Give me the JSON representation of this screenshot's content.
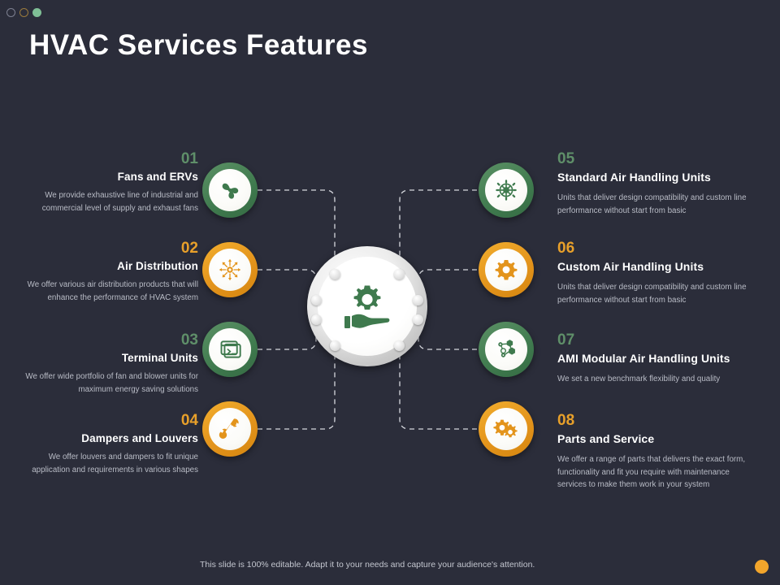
{
  "window": {
    "dots": [
      "window-dot-grey",
      "window-dot-amber",
      "window-dot-green"
    ]
  },
  "header": {
    "title": "HVAC Services Features"
  },
  "colors": {
    "background": "#2b2d3a",
    "green": "#3f7a4e",
    "orange": "#e3941c",
    "number_green": "#5f8f69",
    "number_orange": "#e8a02a",
    "text_primary": "#ffffff",
    "text_muted": "#b9bcc6",
    "hub_silver": "#c9c9c9"
  },
  "center": {
    "icon": "gear-in-hand-icon",
    "icon_color": "#3f7a4e",
    "node_count": 8
  },
  "items": [
    {
      "number": "01",
      "title": "Fans and ERVs",
      "description": "We provide exhaustive line of industrial and commercial level of supply and exhaust fans",
      "icon": "fan-blades-icon",
      "accent": "green",
      "side": "left"
    },
    {
      "number": "02",
      "title": "Air Distribution",
      "description": "We offer various air distribution products that will enhance the performance of HVAC system",
      "icon": "radiating-arrows-icon",
      "accent": "orange",
      "side": "left"
    },
    {
      "number": "03",
      "title": "Terminal Units",
      "description": "We offer wide portfolio of fan and blower units for maximum energy saving solutions",
      "icon": "terminal-window-icon",
      "accent": "green",
      "side": "left"
    },
    {
      "number": "04",
      "title": "Dampers and Louvers",
      "description": "We offer louvers and dampers to fit unique application and requirements in various shapes",
      "icon": "wrench-damper-icon",
      "accent": "orange",
      "side": "left"
    },
    {
      "number": "05",
      "title": "Standard Air Handling Units",
      "description": "Units that deliver design compatibility and custom line performance without start from basic",
      "icon": "ship-wheel-turbine-icon",
      "accent": "green",
      "side": "right"
    },
    {
      "number": "06",
      "title": "Custom Air Handling Units",
      "description": "Units that deliver design compatibility and custom line performance without start from basic",
      "icon": "gear-icon",
      "accent": "orange",
      "side": "right"
    },
    {
      "number": "07",
      "title": "AMI Modular Air Handling Units",
      "description": "We set a new benchmark flexibility and quality",
      "icon": "molecule-nodes-icon",
      "accent": "green",
      "side": "right"
    },
    {
      "number": "08",
      "title": "Parts and Service",
      "description": "We offer a range of parts that delivers the exact form, functionality and fit you require with maintenance services to make them work in your system",
      "icon": "double-gear-icon",
      "accent": "orange",
      "side": "right"
    }
  ],
  "footer": {
    "note": "This slide is 100% editable. Adapt it to your needs and capture your audience's attention.",
    "badge": "orange-dot"
  }
}
